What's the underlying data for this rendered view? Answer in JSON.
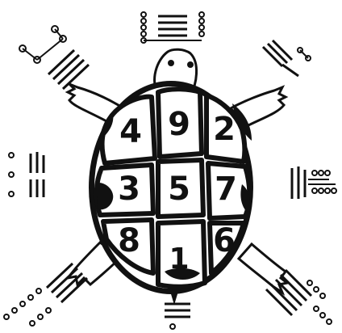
{
  "diagram": {
    "ink_color": "#111111",
    "paper_color": "#ffffff",
    "grid": {
      "rows": [
        [
          "4",
          "9",
          "2"
        ],
        [
          "3",
          "5",
          "7"
        ],
        [
          "8",
          "1",
          "6"
        ]
      ]
    }
  }
}
